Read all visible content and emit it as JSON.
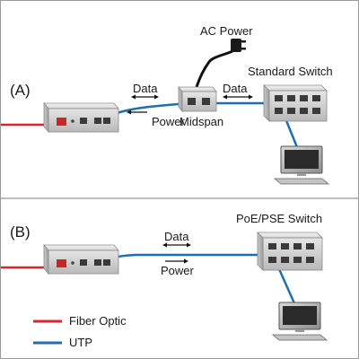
{
  "scenario_a": {
    "marker": "(A)",
    "label_ac_power": "AC Power",
    "label_data_left": "Data",
    "label_power": "Power",
    "label_data_right": "Data",
    "label_midspan": "Midspan",
    "label_standard_switch": "Standard Switch"
  },
  "scenario_b": {
    "marker": "(B)",
    "label_data": "Data",
    "label_power": "Power",
    "label_poe_switch": "PoE/PSE Switch"
  },
  "legend": {
    "items": [
      {
        "label": "Fiber Optic",
        "color": "#d9262b"
      },
      {
        "label": "UTP",
        "color": "#1f6fb0"
      }
    ]
  },
  "colors": {
    "fiber": "#d9262b",
    "utp": "#1f6fb0",
    "power_cord": "#111111",
    "divider": "#a9a9a9"
  }
}
